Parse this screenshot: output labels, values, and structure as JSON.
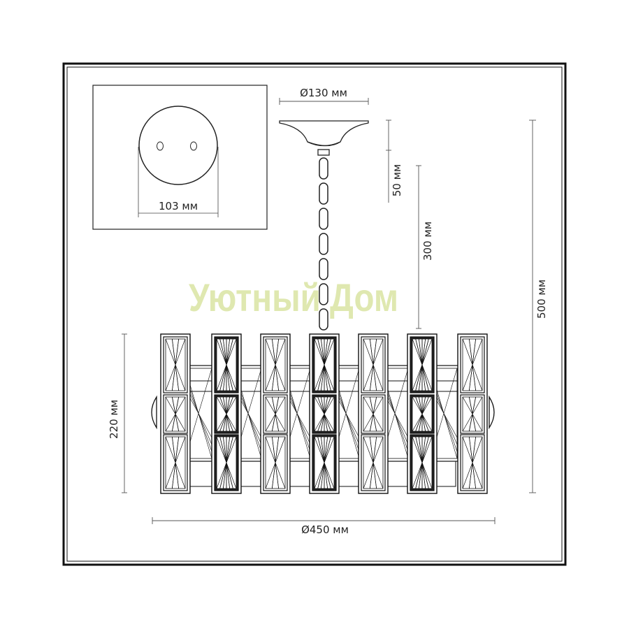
{
  "drawing": {
    "ceiling_plate_diameter": "Ø130 мм",
    "mount_spacing": "103 мм",
    "canopy_height": "50 мм",
    "chain_length": "300 мм",
    "total_height": "500 мм",
    "shade_height": "220 мм",
    "shade_diameter": "Ø450 мм",
    "watermark": "Уютный Дом"
  },
  "colors": {
    "line": "#1a1a1a",
    "watermark": "#dfe8b0"
  }
}
